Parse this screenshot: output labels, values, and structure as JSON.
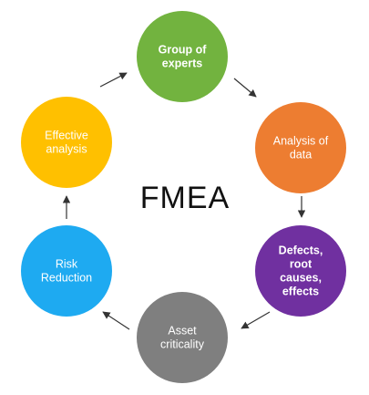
{
  "title": "FMEA",
  "nodes": [
    {
      "label_lines": [
        "Group of",
        "experts"
      ],
      "color": "#72b33f",
      "bold": true
    },
    {
      "label_lines": [
        "Analysis of",
        "data"
      ],
      "color": "#ed7d31",
      "bold": false
    },
    {
      "label_lines": [
        "Defects,",
        "root",
        "causes,",
        "effects"
      ],
      "color": "#7030a0",
      "bold": true
    },
    {
      "label_lines": [
        "Asset",
        "criticality"
      ],
      "color": "#7f7f7f",
      "bold": false
    },
    {
      "label_lines": [
        "Risk",
        "Reduction"
      ],
      "color": "#1eaaf1",
      "bold": false
    },
    {
      "label_lines": [
        "Effective",
        "analysis"
      ],
      "color": "#ffc000",
      "bold": false
    }
  ],
  "arrow_color": "#333333"
}
